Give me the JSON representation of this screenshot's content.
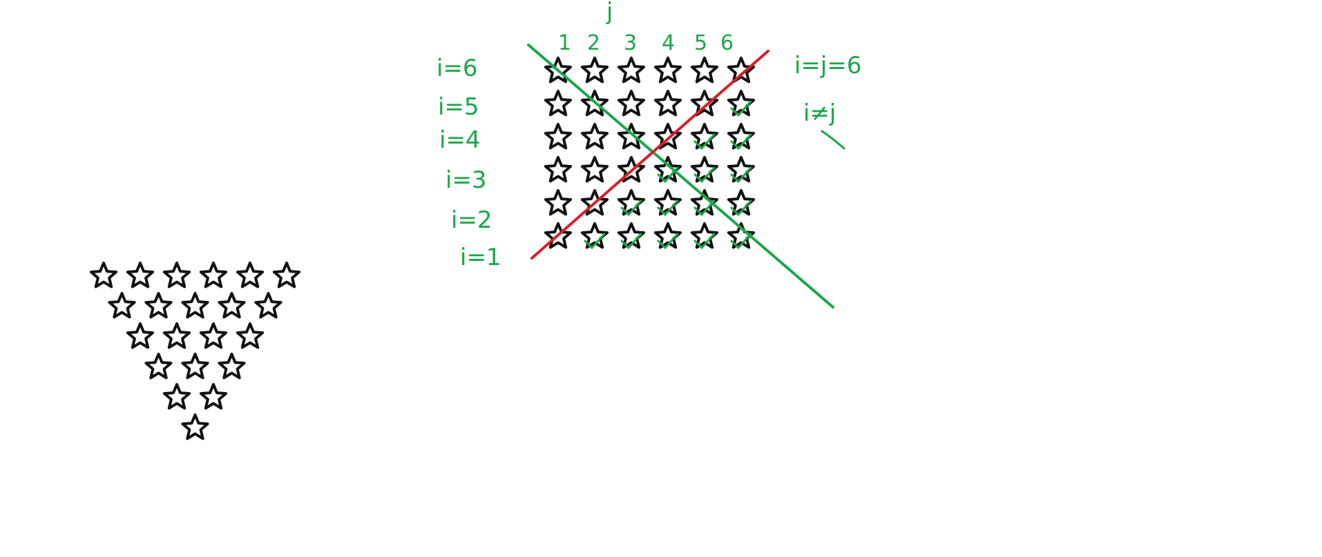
{
  "colors": {
    "background": "#ffffff",
    "star_stroke": "#111111",
    "annotation_green": "#1aa64a",
    "diagonal_red": "#d81e2a"
  },
  "triangle": {
    "row_counts": [
      6,
      5,
      4,
      3,
      2,
      1
    ]
  },
  "grid": {
    "rows": 6,
    "cols": 6,
    "top_label": "j",
    "column_labels": [
      "1",
      "2",
      "3",
      "4",
      "5",
      "6"
    ],
    "row_labels": [
      "i=6",
      "i=5",
      "i=4",
      "i=3",
      "i=2",
      "i=1"
    ]
  },
  "right_notes": {
    "note1": "i=j=6",
    "note2": "i≠j"
  }
}
